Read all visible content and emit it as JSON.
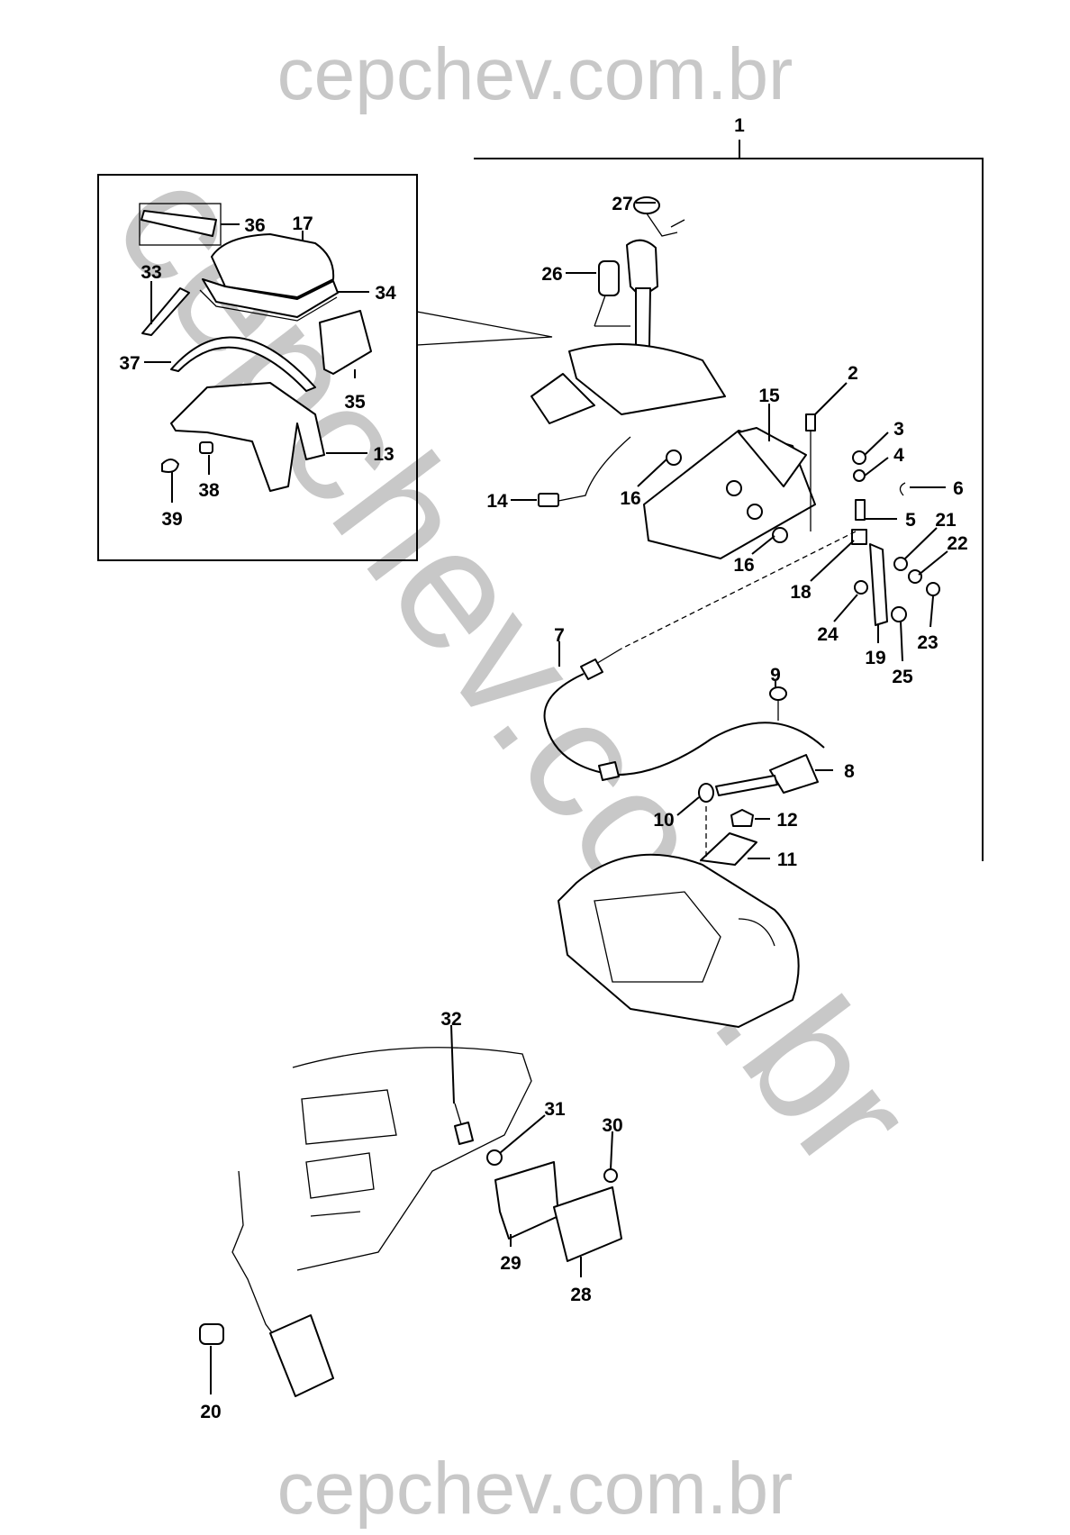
{
  "watermark": {
    "top": "cepchev.com.br",
    "diagonal": "cepchev.com.br",
    "bottom": "cepchev.com.br",
    "color": "#c8c8c8"
  },
  "callouts": {
    "assembly": "1",
    "detail_box": [
      "36",
      "17",
      "33",
      "34",
      "37",
      "35",
      "13",
      "38",
      "39"
    ],
    "shifter": [
      "27",
      "26",
      "2",
      "15",
      "3",
      "4",
      "6",
      "5",
      "21",
      "22",
      "14",
      "16",
      "16",
      "18",
      "24",
      "19",
      "23",
      "25"
    ],
    "cable": [
      "7",
      "9",
      "8",
      "12",
      "10",
      "11"
    ],
    "pedal": [
      "32",
      "31",
      "30",
      "29",
      "28",
      "20"
    ]
  }
}
